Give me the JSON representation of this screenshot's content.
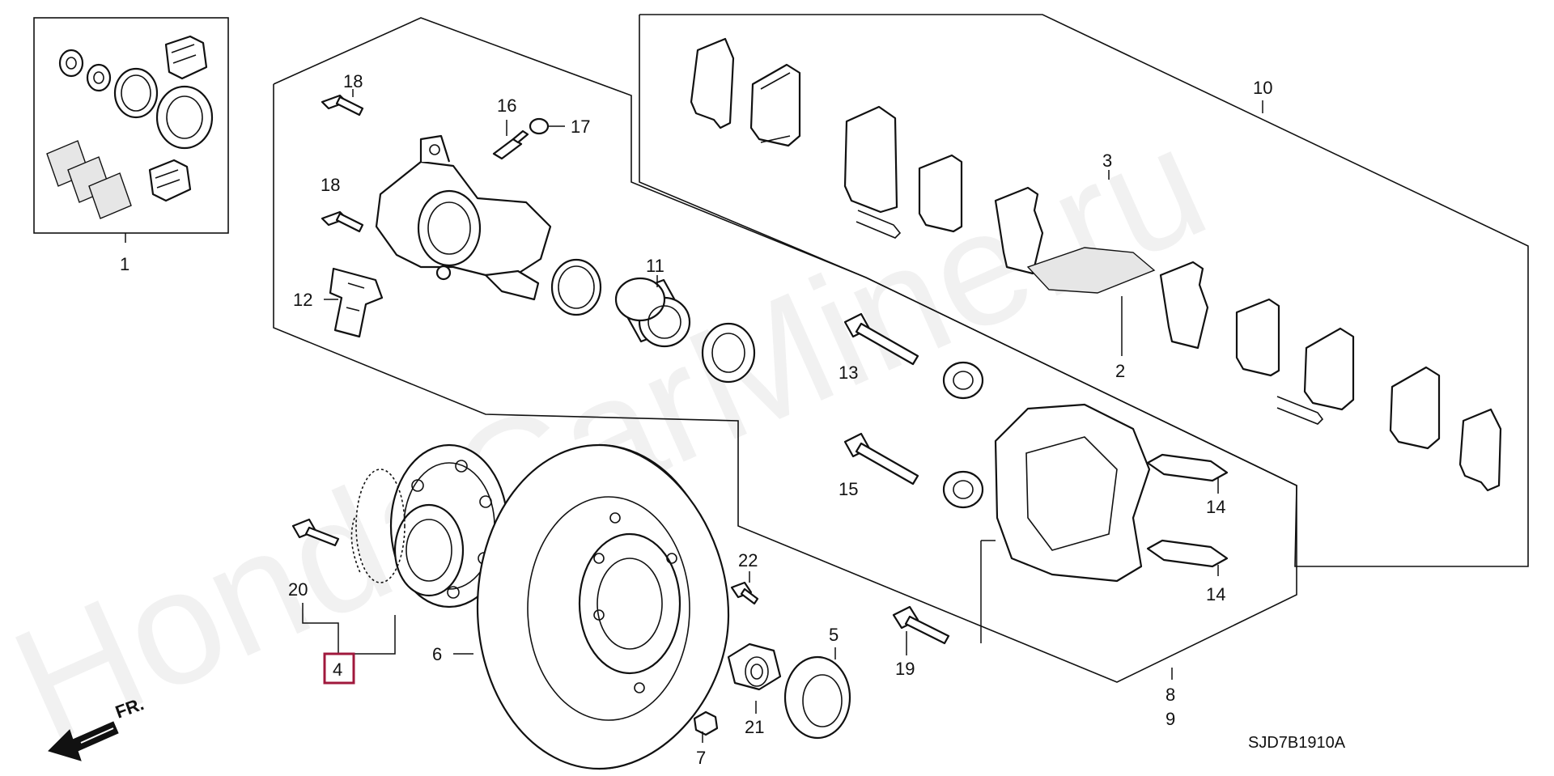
{
  "diagram": {
    "watermark": "HondaCarMine.ru",
    "code": "SJD7B1910A",
    "front_arrow": "FR.",
    "highlight_color": "#a0183c",
    "labels": {
      "l1": "1",
      "l2": "2",
      "l3": "3",
      "l4": "4",
      "l5": "5",
      "l6": "6",
      "l7": "7",
      "l8": "8",
      "l9": "9",
      "l10": "10",
      "l11": "11",
      "l12": "12",
      "l13": "13",
      "l14a": "14",
      "l14b": "14",
      "l15": "15",
      "l16": "16",
      "l17": "17",
      "l18a": "18",
      "l18b": "18",
      "l19": "19",
      "l20": "20",
      "l21": "21",
      "l22": "22"
    }
  }
}
